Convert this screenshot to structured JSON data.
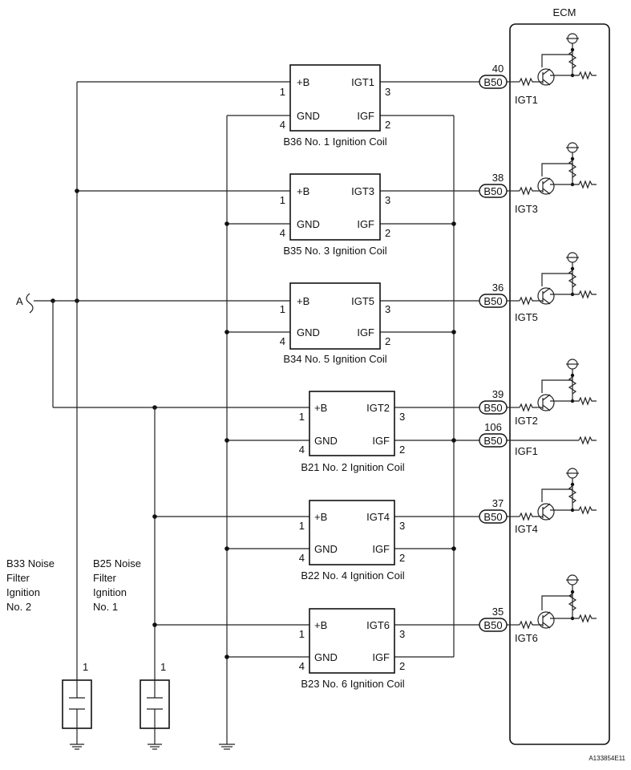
{
  "ecm": {
    "title": "ECM"
  },
  "wire_label_a": "A",
  "coils": [
    {
      "caption": "B36 No. 1 Ignition Coil",
      "pin_b": "+B",
      "pin_igt": "IGT1",
      "pin_gnd": "GND",
      "pin_igf": "IGF",
      "n1": "1",
      "n3": "3",
      "n4": "4",
      "n2": "2"
    },
    {
      "caption": "B35 No. 3 Ignition Coil",
      "pin_b": "+B",
      "pin_igt": "IGT3",
      "pin_gnd": "GND",
      "pin_igf": "IGF",
      "n1": "1",
      "n3": "3",
      "n4": "4",
      "n2": "2"
    },
    {
      "caption": "B34 No. 5 Ignition Coil",
      "pin_b": "+B",
      "pin_igt": "IGT5",
      "pin_gnd": "GND",
      "pin_igf": "IGF",
      "n1": "1",
      "n3": "3",
      "n4": "4",
      "n2": "2"
    },
    {
      "caption": "B21 No. 2 Ignition Coil",
      "pin_b": "+B",
      "pin_igt": "IGT2",
      "pin_gnd": "GND",
      "pin_igf": "IGF",
      "n1": "1",
      "n3": "3",
      "n4": "4",
      "n2": "2"
    },
    {
      "caption": "B22 No. 4 Ignition Coil",
      "pin_b": "+B",
      "pin_igt": "IGT4",
      "pin_gnd": "GND",
      "pin_igf": "IGF",
      "n1": "1",
      "n3": "3",
      "n4": "4",
      "n2": "2"
    },
    {
      "caption": "B23 No. 6 Ignition Coil",
      "pin_b": "+B",
      "pin_igt": "IGT6",
      "pin_gnd": "GND",
      "pin_igf": "IGF",
      "n1": "1",
      "n3": "3",
      "n4": "4",
      "n2": "2"
    }
  ],
  "ecm_terminals": [
    {
      "pin": "40",
      "connector": "B50",
      "signal": "IGT1"
    },
    {
      "pin": "38",
      "connector": "B50",
      "signal": "IGT3"
    },
    {
      "pin": "36",
      "connector": "B50",
      "signal": "IGT5"
    },
    {
      "pin": "39",
      "connector": "B50",
      "signal": "IGT2"
    },
    {
      "pin": "106",
      "connector": "B50",
      "signal": "IGF1"
    },
    {
      "pin": "37",
      "connector": "B50",
      "signal": "IGT4"
    },
    {
      "pin": "35",
      "connector": "B50",
      "signal": "IGT6"
    }
  ],
  "noise_filters": [
    {
      "line1": "B33 Noise",
      "line2": "Filter",
      "line3": "Ignition",
      "line4": "No. 2",
      "pin": "1"
    },
    {
      "line1": "B25 Noise",
      "line2": "Filter",
      "line3": "Ignition",
      "line4": "No. 1",
      "pin": "1"
    }
  ],
  "figure_code": "A133854E11"
}
